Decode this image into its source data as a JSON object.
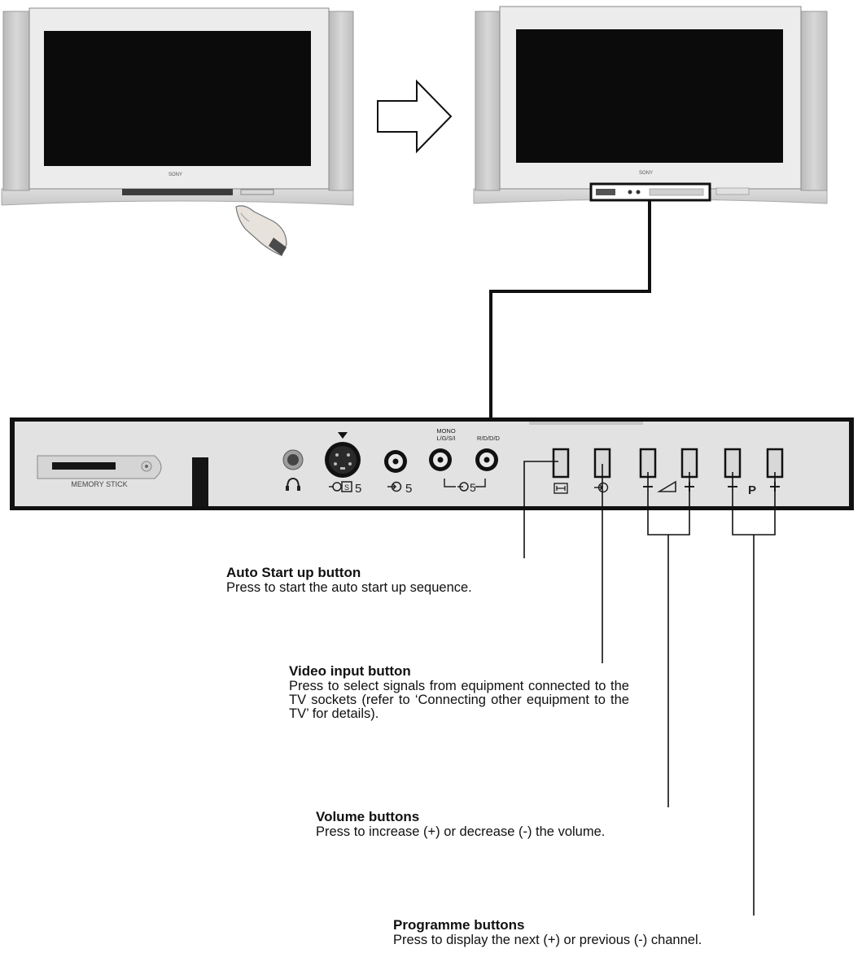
{
  "tv": {
    "brand": "SONY"
  },
  "panel": {
    "memory_stick_label": "MEMORY STICK",
    "input_number": "5",
    "mono_label_1": "MONO",
    "mono_label_2": "L/G/S/I",
    "right_label": "R/D/D/D",
    "programme_symbol": "P"
  },
  "callouts": {
    "auto_start": {
      "title": "Auto Start up button",
      "desc": "Press to start the auto start up sequence."
    },
    "video_input": {
      "title": "Video input button",
      "desc": "Press to select signals from equipment connected to the TV sockets (refer to ‘Connecting other equipment to the TV’ for details)."
    },
    "volume": {
      "title": "Volume buttons",
      "desc": "Press to increase (+) or decrease (-) the volume."
    },
    "programme": {
      "title": "Programme buttons",
      "desc": "Press to display the next (+) or previous (-) channel."
    }
  }
}
